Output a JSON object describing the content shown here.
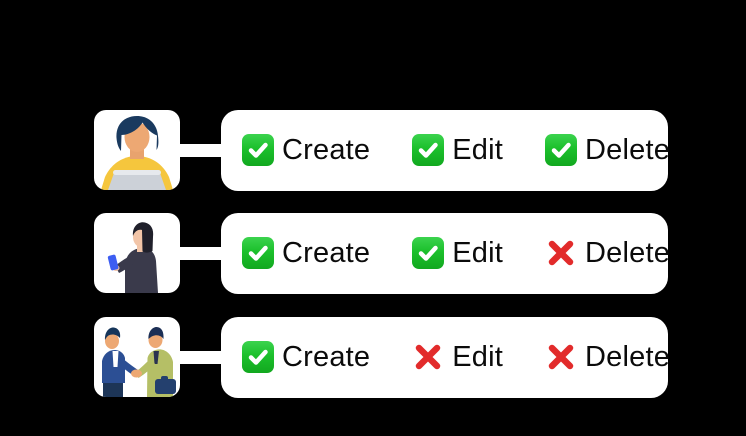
{
  "canvas": {
    "background": "#000000"
  },
  "colors": {
    "card_background": "#ffffff",
    "text": "#0b0b0b",
    "check_green_top": "#3bd34e",
    "check_green_bottom": "#12a81f",
    "cross_red": "#e22b2b"
  },
  "rows": [
    {
      "avatar_icon": "person-at-laptop",
      "permissions": [
        {
          "label": "Create",
          "allowed": true
        },
        {
          "label": "Edit",
          "allowed": true
        },
        {
          "label": "Delete",
          "allowed": true
        }
      ]
    },
    {
      "avatar_icon": "person-holding-phone",
      "permissions": [
        {
          "label": "Create",
          "allowed": true
        },
        {
          "label": "Edit",
          "allowed": true
        },
        {
          "label": "Delete",
          "allowed": false
        }
      ]
    },
    {
      "avatar_icon": "two-people-handshake",
      "permissions": [
        {
          "label": "Create",
          "allowed": true
        },
        {
          "label": "Edit",
          "allowed": false
        },
        {
          "label": "Delete",
          "allowed": false
        }
      ]
    }
  ]
}
